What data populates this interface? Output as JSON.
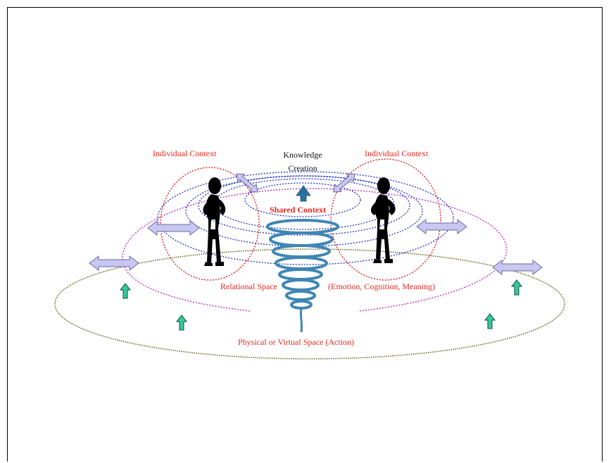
{
  "labels": {
    "individual_context_left": "Individual Context",
    "individual_context_right": "Individual Context",
    "knowledge_creation_line1": "Knowledge",
    "knowledge_creation_line2": "Creation",
    "shared_context": "Shared Context",
    "relational_space": "Relational Space",
    "relational_space_detail": "(Emotion, Cognition, Meaning)",
    "physical_space": "Physical or Virtual Space  (Action)"
  },
  "colors": {
    "red_label": "#e8261e",
    "dark_label": "#111111",
    "individual_ellipse": "#e02020",
    "relational_ellipse": "#c030c0",
    "physical_ellipse": "#6b6b2a",
    "shared_ellipse": "#2030c8",
    "spiral": "#3f86b3",
    "double_arrow_fill": "#c9c7f2",
    "double_arrow_stroke": "#6a6aa0",
    "up_arrow_fill": "#34c99a",
    "up_arrow_stroke": "#0d4f3c",
    "figure": "#000000"
  },
  "icons": [
    "person-figure-icon",
    "double-arrow-icon",
    "up-arrow-icon",
    "spiral-icon",
    "knowledge-arrow-icon"
  ]
}
